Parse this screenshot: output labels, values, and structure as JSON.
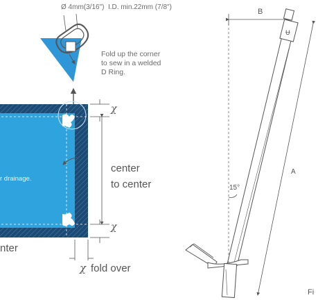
{
  "dring": {
    "diameter_label": "Ø 4mm(3/16\")",
    "id_label": "I.D.  min.22mm (7/8\")",
    "instruction_line1": "Fold up the corner",
    "instruction_line2": "to sew in a welded",
    "instruction_line3": "D Ring."
  },
  "sail": {
    "drainage_text": "r drainage.",
    "x_symbol": "χ",
    "center_line1": "center",
    "center_line2": "to center",
    "bottom_fragment": "nter",
    "fold_over_label": "fold over"
  },
  "pole": {
    "label_b": "B",
    "label_a": "A",
    "angle_label": "15°",
    "figure_fragment": "Fi"
  },
  "colors": {
    "sail_fill": "#2ea3dd",
    "sail_border": "#1d4a73",
    "triangle": "#2f97d8",
    "line": "#555555"
  }
}
